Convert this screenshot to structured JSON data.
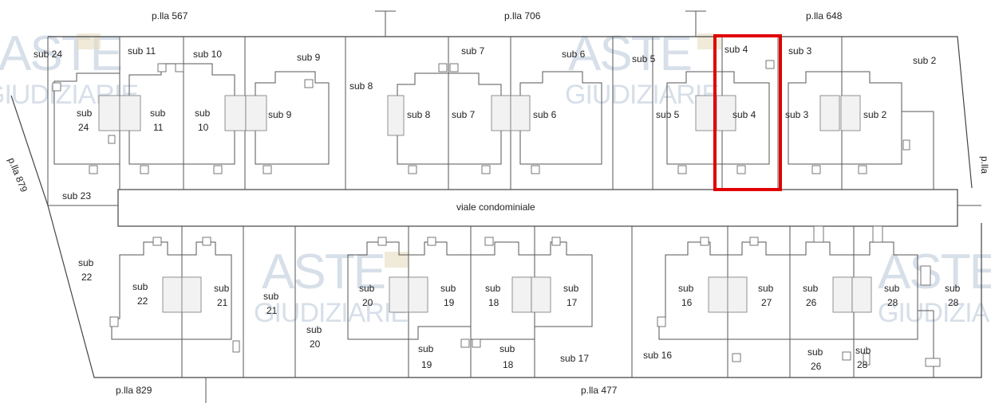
{
  "parcels": {
    "top_left": "p.lla 567",
    "top_mid": "p.lla 706",
    "top_right": "p.lla 648",
    "left": "p.lla 879",
    "bottom_left": "p.lla 829",
    "bottom_mid": "p.lla 477",
    "right": "p.lla"
  },
  "street_label": "viale condominiale",
  "watermark": {
    "brand": "ASTE",
    "sub": "GIUDIZIARIE",
    "reg": "®"
  },
  "highlight": {
    "unit": "sub 4",
    "color": "#e00000"
  },
  "labels": {
    "s24a": "sub 24",
    "s11a": "sub 11",
    "s10a": "sub 10",
    "s9a": "sub 9",
    "s8a": "sub 8",
    "s7a": "sub 7",
    "s6a": "sub 6",
    "s5a": "sub 5",
    "s4a": "sub 4",
    "s3a": "sub 3",
    "s2a": "sub 2",
    "s24b1": "sub",
    "s24b2": "24",
    "s11b1": "sub",
    "s11b2": "11",
    "s10b1": "sub",
    "s10b2": "10",
    "s9b": "sub 9",
    "s8b": "sub 8",
    "s7b": "sub 7",
    "s6b": "sub 6",
    "s5b": "sub 5",
    "s4b": "sub 4",
    "s3b": "sub 3",
    "s2b": "sub 2",
    "s23": "sub 23",
    "s22a1": "sub",
    "s22a2": "22",
    "s22b1": "sub",
    "s22b2": "22",
    "s21a1": "sub",
    "s21a2": "21",
    "s21b1": "sub",
    "s21b2": "21",
    "s20a1": "sub",
    "s20a2": "20",
    "s20b1": "sub",
    "s20b2": "20",
    "s19a1": "sub",
    "s19a2": "19",
    "s19b1": "sub",
    "s19b2": "19",
    "s18a1": "sub",
    "s18a2": "18",
    "s18b1": "sub",
    "s18b2": "18",
    "s17a1": "sub",
    "s17a2": "17",
    "s17b": "sub 17",
    "s16a1": "sub",
    "s16a2": "16",
    "s16b": "sub 16",
    "s27a1": "sub",
    "s27a2": "27",
    "s26a1": "sub",
    "s26a2": "26",
    "s26b1": "sub",
    "s26b2": "26",
    "s28a1": "sub",
    "s28a2": "28",
    "s28b1": "sub",
    "s28b2": "28",
    "s28c1": "sub",
    "s28c2": "28"
  }
}
